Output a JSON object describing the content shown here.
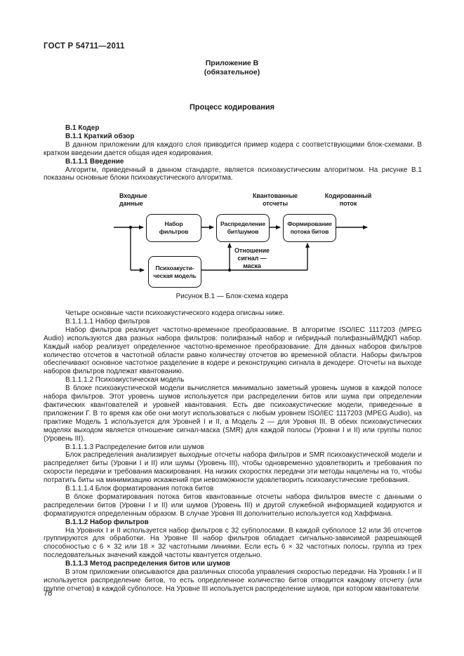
{
  "page": {
    "doc_code": "ГОСТ Р 54711—2011",
    "page_number": "76"
  },
  "header": {
    "appendix": "Приложение В\n(обязательное)",
    "title": "Процесс кодирования"
  },
  "intro": {
    "blocks": [
      {
        "kind": "heading",
        "text": "В.1 Кодер"
      },
      {
        "kind": "heading",
        "text": "В.1.1 Краткий обзор"
      },
      {
        "kind": "paragraph",
        "text": "В данном приложении для каждого слоя приводится пример кодера с соответствующими блок-схемами. В кратком введении дается общая идея кодирования."
      },
      {
        "kind": "heading",
        "text": "В.1.1.1 Введение"
      },
      {
        "kind": "paragraph",
        "text": "Алгоритм, приведенный в данном стандарте, является психоакустическим алгоритмом. На рисунке В.1 показаны основные блоки психоакустического алгоритма."
      }
    ]
  },
  "figure": {
    "caption": "Рисунок В.1 — Блок-схема кодера",
    "labels": {
      "input": "Входные\nданные",
      "quantized": "Квантованные\nотсчеты",
      "coded": "Кодированный\nпоток",
      "smr": "Отношение\nсигнал —\nмаска"
    },
    "boxes": {
      "filter_bank": "Набор\nфильтров",
      "allocation": "Распределение\nбит/шумов",
      "formatting": "Формирование\nпотока битов",
      "psychoacoustic": "Психоакусти-\nческая модель"
    }
  },
  "content": {
    "blocks": [
      {
        "kind": "paragraph",
        "text": "Четыре основные части психоакустического кодера описаны ниже."
      },
      {
        "kind": "subheading",
        "text": "В.1.1.1.1 Набор фильтров"
      },
      {
        "kind": "paragraph",
        "text": "Набор фильтров реализует частотно-временное преобразование. В алгоритме ISO/IEC 1117203 (MPEG Audio) используются два разных набора фильтров: полифазный набор и гибридный полифазный/МДКП набор. Каждый набор реализует определенное частотно-временное преобразование. Для данных наборов фильтров количество отсчетов в частотной области равно количеству отсчетов во временной области. Наборы фильтров обеспечивают основное частотное разделение в кодере и реконструкцию сигнала в декодере. Отсчеты на выходе наборов фильтров подлежат квантованию."
      },
      {
        "kind": "subheading",
        "text": "В.1.1.1.2 Психоакустическая модель"
      },
      {
        "kind": "paragraph",
        "text": "В блоке психоакустической модели вычисляется минимально заметный уровень шумов в каждой полосе набора фильтров. Этот уровень шумов используется при распределении битов или шума при определении фактических квантователей и уровней квантования. Есть две психоакустические модели, приведенные в приложении Г. В то время как обе они могут использоваться с любым уровнем ISO/IEC 1117203 (MPEG Audio), на практике Модель 1 используется для Уровней I и II, а Модель 2 — для Уровня III. В обеих психоакустических моделях выходом является отношение сигнал-маска (SMR) для каждой полосы (Уровни I и II) или группы полос (Уровень III)."
      },
      {
        "kind": "subheading",
        "text": "В.1.1.1.3 Распределение битов или шумов"
      },
      {
        "kind": "paragraph",
        "text": "Блок распределения анализирует выходные отсчеты набора фильтров и SMR психоакустической модели и распределяет биты (Уровни I и II) или шумы (Уровень III), чтобы одновременно удовлетворить и требования по скорости передачи и требования маскирования. На низких скоростях передачи эти методы нацелены на то, чтобы потратить биты на минимизацию искажений при невозможности удовлетворить психоакустические требования."
      },
      {
        "kind": "subheading",
        "text": "В.1.1.1.4 Блок форматирования потока битов"
      },
      {
        "kind": "paragraph",
        "text": "В блоке форматирования потока битов квантованные отсчеты набора фильтров вместе с данными о распределении битов (Уровни I и II) или шумов (Уровень III) и другой служебной информацией кодируются и форматируются определенным образом. В случае Уровня III дополнительно используется код Хаффмана."
      },
      {
        "kind": "heading",
        "text": "В.1.1.2 Набор фильтров"
      },
      {
        "kind": "paragraph",
        "text": "На Уровнях I и II используется набор фильтров с 32 субполосами. В каждой субполосе 12 или 36 отсчетов группируются для обработки. На Уровне III набор фильтров обладает сигнально-зависимой разрешающей способностью с 6 × 32 или 18 × 32 частотными линиями. Если есть 6 × 32 частотных полосы, группа из трех последовательных значений каждой частоты квантуется отдельно."
      },
      {
        "kind": "heading",
        "text": "В.1.1.3 Метод распределения битов или шумов"
      },
      {
        "kind": "paragraph",
        "text": "В этом приложении описываются два различных способа управления скоростью передачи. На Уровнях I и II используется распределение битов, то есть определенное количество битов отводится каждому отсчету (или группе отчетов) в каждой субполосе. На Уровне III используется распределение шумов, при котором квантователи"
      }
    ]
  }
}
